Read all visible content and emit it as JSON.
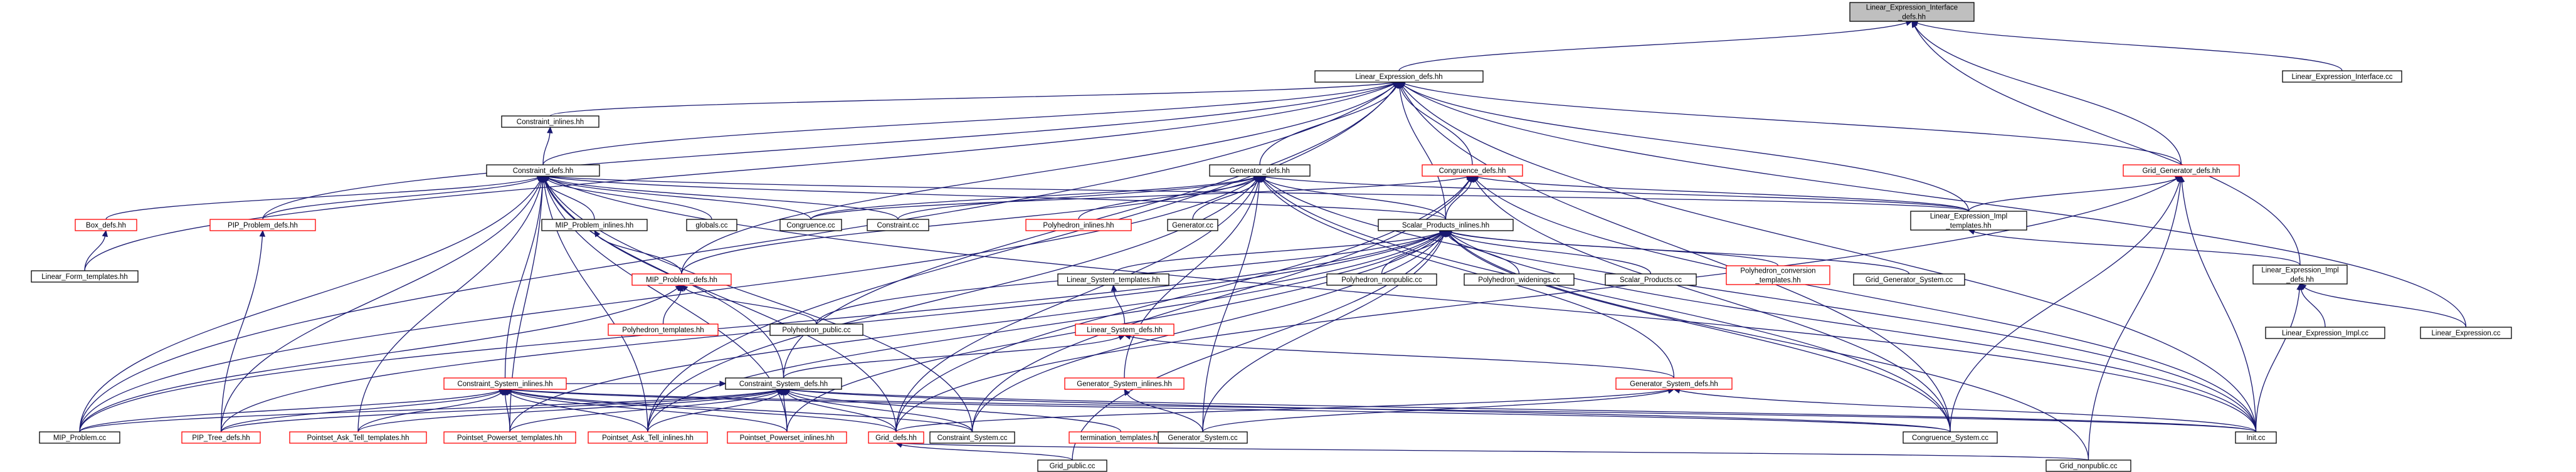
{
  "colors": {
    "edge": "#191970",
    "node_border_default": "#000000",
    "node_border_truncated": "#ff0000",
    "root_fill": "#bfbfbf",
    "node_fill": "#ffffff",
    "text": "#000000"
  },
  "graph": {
    "root": "lei",
    "nodes": [
      {
        "id": "lei",
        "lines": [
          "Linear_Expression_Interface",
          "_defs.hh"
        ],
        "border": "black",
        "root": true
      },
      {
        "id": "led",
        "lines": [
          "Linear_Expression_defs.hh"
        ],
        "border": "black"
      },
      {
        "id": "leicc",
        "lines": [
          "Linear_Expression_Interface.cc"
        ],
        "border": "black"
      },
      {
        "id": "ci",
        "lines": [
          "Constraint_inlines.hh"
        ],
        "border": "black"
      },
      {
        "id": "cd",
        "lines": [
          "Constraint_defs.hh"
        ],
        "border": "black"
      },
      {
        "id": "gd",
        "lines": [
          "Generator_defs.hh"
        ],
        "border": "black"
      },
      {
        "id": "cgd",
        "lines": [
          "Congruence_defs.hh"
        ],
        "border": "red"
      },
      {
        "id": "ggd",
        "lines": [
          "Grid_Generator_defs.hh"
        ],
        "border": "red"
      },
      {
        "id": "box",
        "lines": [
          "Box_defs.hh"
        ],
        "border": "red"
      },
      {
        "id": "pip",
        "lines": [
          "PIP_Problem_defs.hh"
        ],
        "border": "red"
      },
      {
        "id": "mipi",
        "lines": [
          "MIP_Problem_inlines.hh"
        ],
        "border": "black"
      },
      {
        "id": "glob",
        "lines": [
          "globals.cc"
        ],
        "border": "black"
      },
      {
        "id": "cong",
        "lines": [
          "Congruence.cc"
        ],
        "border": "black"
      },
      {
        "id": "cons",
        "lines": [
          "Constraint.cc"
        ],
        "border": "black"
      },
      {
        "id": "polyi",
        "lines": [
          "Polyhedron_inlines.hh"
        ],
        "border": "red"
      },
      {
        "id": "gen",
        "lines": [
          "Generator.cc"
        ],
        "border": "black"
      },
      {
        "id": "spi",
        "lines": [
          "Scalar_Products_inlines.hh"
        ],
        "border": "black"
      },
      {
        "id": "leimpl",
        "lines": [
          "Linear_Expression_Impl",
          "_templates.hh"
        ],
        "border": "black"
      },
      {
        "id": "lft",
        "lines": [
          "Linear_Form_templates.hh"
        ],
        "border": "black"
      },
      {
        "id": "mipd",
        "lines": [
          "MIP_Problem_defs.hh"
        ],
        "border": "red"
      },
      {
        "id": "lst",
        "lines": [
          "Linear_System_templates.hh"
        ],
        "border": "black"
      },
      {
        "id": "pnp",
        "lines": [
          "Polyhedron_nonpublic.cc"
        ],
        "border": "black"
      },
      {
        "id": "pw",
        "lines": [
          "Polyhedron_widenings.cc"
        ],
        "border": "black"
      },
      {
        "id": "sp",
        "lines": [
          "Scalar_Products.cc"
        ],
        "border": "black"
      },
      {
        "id": "pct",
        "lines": [
          "Polyhedron_conversion",
          "_templates.hh"
        ],
        "border": "red"
      },
      {
        "id": "ggs",
        "lines": [
          "Grid_Generator_System.cc"
        ],
        "border": "black"
      },
      {
        "id": "leid",
        "lines": [
          "Linear_Expression_Impl",
          "_defs.hh"
        ],
        "border": "black"
      },
      {
        "id": "pt",
        "lines": [
          "Polyhedron_templates.hh"
        ],
        "border": "red"
      },
      {
        "id": "ppub",
        "lines": [
          "Polyhedron_public.cc"
        ],
        "border": "black"
      },
      {
        "id": "lsd",
        "lines": [
          "Linear_System_defs.hh"
        ],
        "border": "red"
      },
      {
        "id": "leimplcc",
        "lines": [
          "Linear_Expression_Impl.cc"
        ],
        "border": "black"
      },
      {
        "id": "lecc",
        "lines": [
          "Linear_Expression.cc"
        ],
        "border": "black"
      },
      {
        "id": "gsi",
        "lines": [
          "Generator_System_inlines.hh"
        ],
        "border": "red"
      },
      {
        "id": "csi",
        "lines": [
          "Constraint_System_inlines.hh"
        ],
        "border": "red"
      },
      {
        "id": "csd",
        "lines": [
          "Constraint_System_defs.hh"
        ],
        "border": "black"
      },
      {
        "id": "gsd",
        "lines": [
          "Generator_System_defs.hh"
        ],
        "border": "red"
      },
      {
        "id": "mip",
        "lines": [
          "MIP_Problem.cc"
        ],
        "border": "black"
      },
      {
        "id": "pipt",
        "lines": [
          "PIP_Tree_defs.hh"
        ],
        "border": "red"
      },
      {
        "id": "patt",
        "lines": [
          "Pointset_Ask_Tell_templates.hh"
        ],
        "border": "red"
      },
      {
        "id": "ppt",
        "lines": [
          "Pointset_Powerset_templates.hh"
        ],
        "border": "red"
      },
      {
        "id": "pati",
        "lines": [
          "Pointset_Ask_Tell_inlines.hh"
        ],
        "border": "red"
      },
      {
        "id": "ppi",
        "lines": [
          "Pointset_Powerset_inlines.hh"
        ],
        "border": "red"
      },
      {
        "id": "grd",
        "lines": [
          "Grid_defs.hh"
        ],
        "border": "red"
      },
      {
        "id": "csys",
        "lines": [
          "Constraint_System.cc"
        ],
        "border": "black"
      },
      {
        "id": "term",
        "lines": [
          "termination_templates.hh"
        ],
        "border": "red"
      },
      {
        "id": "gsys",
        "lines": [
          "Generator_System.cc"
        ],
        "border": "black"
      },
      {
        "id": "cgsys",
        "lines": [
          "Congruence_System.cc"
        ],
        "border": "black"
      },
      {
        "id": "init",
        "lines": [
          "Init.cc"
        ],
        "border": "black"
      },
      {
        "id": "gpub",
        "lines": [
          "Grid_public.cc"
        ],
        "border": "black"
      },
      {
        "id": "gnp",
        "lines": [
          "Grid_nonpublic.cc"
        ],
        "border": "black"
      }
    ],
    "edges": [
      [
        "led",
        "lei"
      ],
      [
        "leicc",
        "lei"
      ],
      [
        "leid",
        "lei"
      ],
      [
        "ggd",
        "lei"
      ],
      [
        "ci",
        "led"
      ],
      [
        "cd",
        "led"
      ],
      [
        "gd",
        "led"
      ],
      [
        "cgd",
        "led"
      ],
      [
        "ggd",
        "led"
      ],
      [
        "pip",
        "led"
      ],
      [
        "mipd",
        "led"
      ],
      [
        "lft",
        "led"
      ],
      [
        "mip",
        "led"
      ],
      [
        "spi",
        "led"
      ],
      [
        "leimpl",
        "led"
      ],
      [
        "csd",
        "led"
      ],
      [
        "init",
        "led"
      ],
      [
        "cgsys",
        "led"
      ],
      [
        "lecc",
        "led"
      ],
      [
        "pati",
        "led"
      ],
      [
        "cd",
        "ci"
      ],
      [
        "box",
        "cd"
      ],
      [
        "pip",
        "cd"
      ],
      [
        "mipi",
        "cd"
      ],
      [
        "glob",
        "cd"
      ],
      [
        "cong",
        "cd"
      ],
      [
        "cons",
        "cd"
      ],
      [
        "leimpl",
        "cd"
      ],
      [
        "spi",
        "cd"
      ],
      [
        "csi",
        "cd"
      ],
      [
        "csd",
        "cd"
      ],
      [
        "mip",
        "cd"
      ],
      [
        "pipt",
        "cd"
      ],
      [
        "patt",
        "cd"
      ],
      [
        "ppt",
        "cd"
      ],
      [
        "pati",
        "cd"
      ],
      [
        "ppi",
        "cd"
      ],
      [
        "grd",
        "cd"
      ],
      [
        "csys",
        "cd"
      ],
      [
        "init",
        "cd"
      ],
      [
        "mipd",
        "gd"
      ],
      [
        "cong",
        "gd"
      ],
      [
        "cons",
        "gd"
      ],
      [
        "polyi",
        "gd"
      ],
      [
        "gen",
        "gd"
      ],
      [
        "spi",
        "gd"
      ],
      [
        "leimpl",
        "gd"
      ],
      [
        "gsi",
        "gd"
      ],
      [
        "gsd",
        "gd"
      ],
      [
        "gsys",
        "gd"
      ],
      [
        "grd",
        "gd"
      ],
      [
        "init",
        "gd"
      ],
      [
        "mip",
        "gd"
      ],
      [
        "cgsys",
        "gd"
      ],
      [
        "pati",
        "gd"
      ],
      [
        "spi",
        "cgd"
      ],
      [
        "cong",
        "cgd"
      ],
      [
        "leimpl",
        "cgd"
      ],
      [
        "grd",
        "cgd"
      ],
      [
        "init",
        "cgd"
      ],
      [
        "cgsys",
        "cgd"
      ],
      [
        "csys",
        "cgd"
      ],
      [
        "leimpl",
        "ggd"
      ],
      [
        "grd",
        "ggd"
      ],
      [
        "init",
        "ggd"
      ],
      [
        "gnp",
        "ggd"
      ],
      [
        "cgsys",
        "ggd"
      ],
      [
        "lft",
        "box"
      ],
      [
        "pipt",
        "pip"
      ],
      [
        "mipd",
        "mipi"
      ],
      [
        "pt",
        "mipd"
      ],
      [
        "ppub",
        "mipd"
      ],
      [
        "mip",
        "mipd"
      ],
      [
        "pnp",
        "spi"
      ],
      [
        "pw",
        "spi"
      ],
      [
        "sp",
        "spi"
      ],
      [
        "pct",
        "spi"
      ],
      [
        "ggs",
        "spi"
      ],
      [
        "lst",
        "spi"
      ],
      [
        "ppub",
        "spi"
      ],
      [
        "gsys",
        "spi"
      ],
      [
        "csys",
        "spi"
      ],
      [
        "cgsys",
        "spi"
      ],
      [
        "init",
        "spi"
      ],
      [
        "gnp",
        "spi"
      ],
      [
        "gpub",
        "spi"
      ],
      [
        "ppi",
        "spi"
      ],
      [
        "pipt",
        "spi"
      ],
      [
        "mip",
        "spi"
      ],
      [
        "pati",
        "spi"
      ],
      [
        "ppt",
        "spi"
      ],
      [
        "leid",
        "leimpl"
      ],
      [
        "lsd",
        "lst"
      ],
      [
        "csd",
        "lsd"
      ],
      [
        "gsd",
        "lsd"
      ],
      [
        "leimplcc",
        "leid"
      ],
      [
        "lecc",
        "leid"
      ],
      [
        "init",
        "leid"
      ],
      [
        "gsys",
        "gsi"
      ],
      [
        "mip",
        "csi"
      ],
      [
        "pipt",
        "csi"
      ],
      [
        "patt",
        "csi"
      ],
      [
        "ppt",
        "csi"
      ],
      [
        "pati",
        "csi"
      ],
      [
        "ppi",
        "csi"
      ],
      [
        "grd",
        "csi"
      ],
      [
        "csys",
        "csi"
      ],
      [
        "init",
        "csi"
      ],
      [
        "cgsys",
        "csi"
      ],
      [
        "csi",
        "csd"
      ],
      [
        "mip",
        "csd"
      ],
      [
        "pipt",
        "csd"
      ],
      [
        "patt",
        "csd"
      ],
      [
        "ppt",
        "csd"
      ],
      [
        "pati",
        "csd"
      ],
      [
        "ppi",
        "csd"
      ],
      [
        "grd",
        "csd"
      ],
      [
        "csys",
        "csd"
      ],
      [
        "term",
        "csd"
      ],
      [
        "cgsys",
        "csd"
      ],
      [
        "init",
        "csd"
      ],
      [
        "gsys",
        "gsd"
      ],
      [
        "grd",
        "gsd"
      ],
      [
        "init",
        "gsd"
      ],
      [
        "gpub",
        "grd"
      ],
      [
        "gnp",
        "grd"
      ]
    ]
  }
}
